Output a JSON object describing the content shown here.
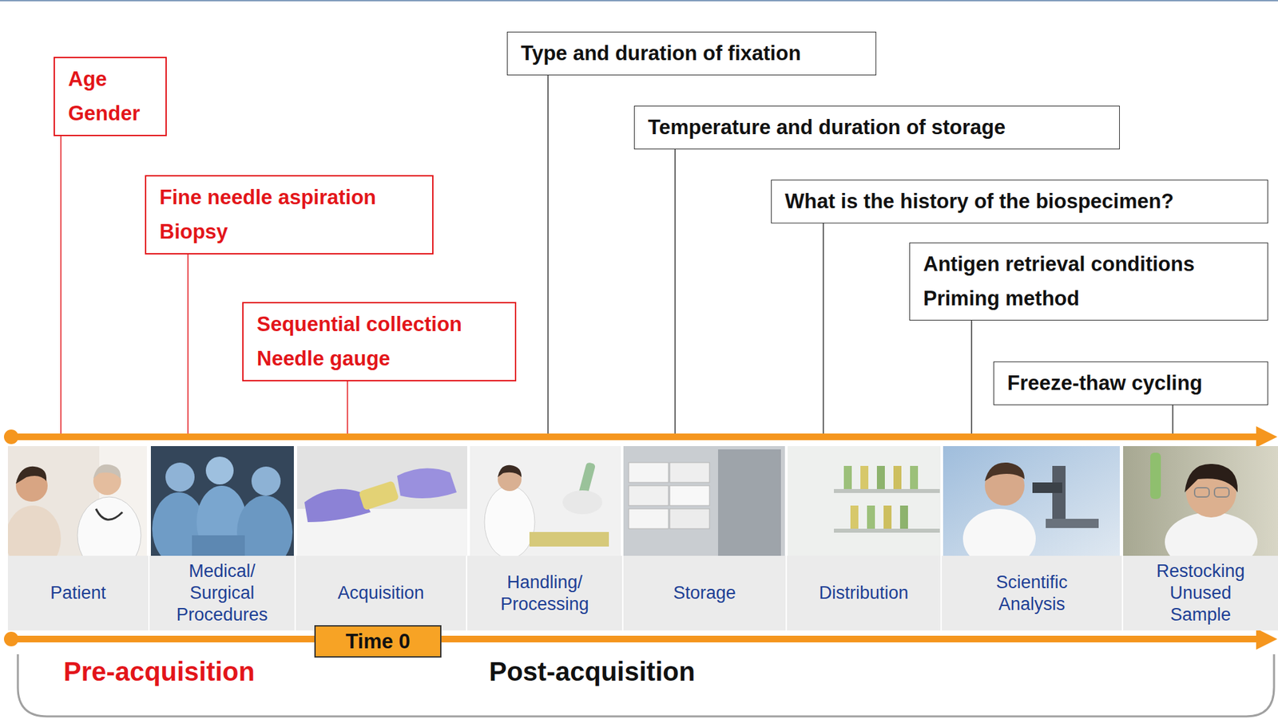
{
  "diagram": {
    "nodes": [
      {
        "text": [
          "Age",
          "Gender"
        ]
      },
      {
        "text": [
          "Fine needle aspiration",
          "Biopsy"
        ]
      },
      {
        "text": [
          "Sequential collection",
          "Needle gauge"
        ]
      },
      {
        "text": [
          "Type and duration of fixation"
        ]
      },
      {
        "text": [
          "Temperature and duration of storage"
        ]
      },
      {
        "text": [
          "What is the history of the biospecimen?"
        ]
      },
      {
        "text": [
          "Antigen retrieval conditions",
          "Priming method"
        ]
      },
      {
        "text": [
          "Freeze-thaw cycling"
        ]
      },
      {
        "text": [
          "Patient"
        ]
      },
      {
        "text": [
          "Medical/ Surgical Procedures"
        ]
      },
      {
        "text": [
          "Acquisition"
        ]
      },
      {
        "text": [
          "Handling/ Processing"
        ]
      },
      {
        "text": [
          "Storage"
        ]
      },
      {
        "text": [
          "Distribution"
        ]
      },
      {
        "text": [
          "Scientific Analysis"
        ]
      },
      {
        "text": [
          "Restocking Unused Sample"
        ]
      },
      {
        "text": [
          "Time 0"
        ]
      }
    ],
    "labels": [
      "Pre-acquisition",
      "Post-acquisition"
    ]
  }
}
